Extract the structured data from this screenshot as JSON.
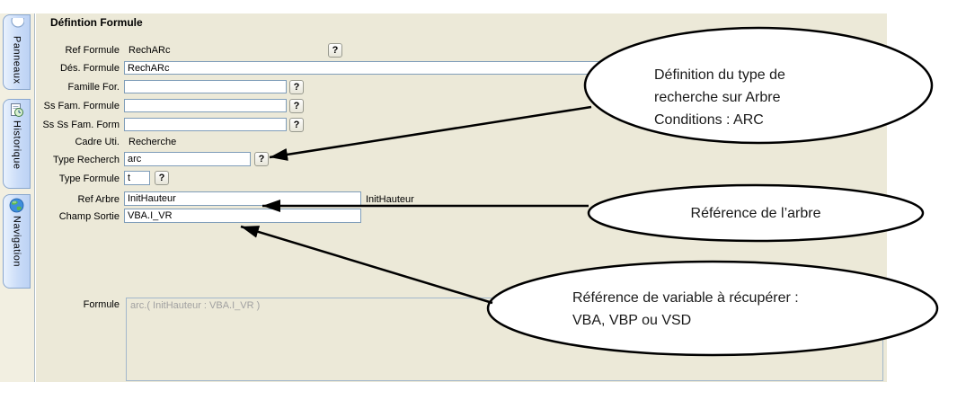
{
  "sidebar": {
    "tabs": [
      {
        "label": "Panneaux"
      },
      {
        "label": "Historique"
      },
      {
        "label": "Navigation"
      }
    ]
  },
  "form": {
    "title": "Défintion Formule",
    "help_label": "?",
    "fields": {
      "ref_formule": {
        "label": "Ref Formule",
        "value": "RechARc"
      },
      "des_formule": {
        "label": "Dés. Formule",
        "value": "RechARc"
      },
      "famille_for": {
        "label": "Famille For.",
        "value": ""
      },
      "ss_fam_formule": {
        "label": "Ss Fam. Formule",
        "value": ""
      },
      "ss_ss_fam_form": {
        "label": "Ss Ss Fam. Form",
        "value": ""
      },
      "cadre_uti": {
        "label": "Cadre Uti.",
        "value": "Recherche"
      },
      "type_recherch": {
        "label": "Type Recherch",
        "value": "arc"
      },
      "type_formule": {
        "label": "Type Formule",
        "value": "t"
      },
      "ref_arbre": {
        "label": "Ref Arbre",
        "value": "InitHauteur",
        "echo": "InitHauteur"
      },
      "champ_sortie": {
        "label": "Champ Sortie",
        "value": "VBA.I_VR"
      },
      "formule": {
        "label": "Formule",
        "value": "arc.( InitHauteur : VBA.I_VR )"
      }
    }
  },
  "callouts": {
    "type_recherche": {
      "lines": {
        "0": "Définition du type de",
        "1": "recherche sur Arbre",
        "2": "Conditions : ARC"
      }
    },
    "ref_arbre": {
      "text": "Référence de l’arbre"
    },
    "champ_sortie": {
      "lines": {
        "0": "Référence de variable à récupérer :",
        "1": "VBA, VBP ou VSD"
      }
    }
  },
  "colors": {
    "form_background": "#ECE9D8",
    "input_border": "#7F9DB9",
    "tab_fill": "#C6D9F7",
    "tab_border": "#8AA7CE",
    "callout_stroke": "#000000",
    "disabled_text": "#A1A1A1"
  }
}
